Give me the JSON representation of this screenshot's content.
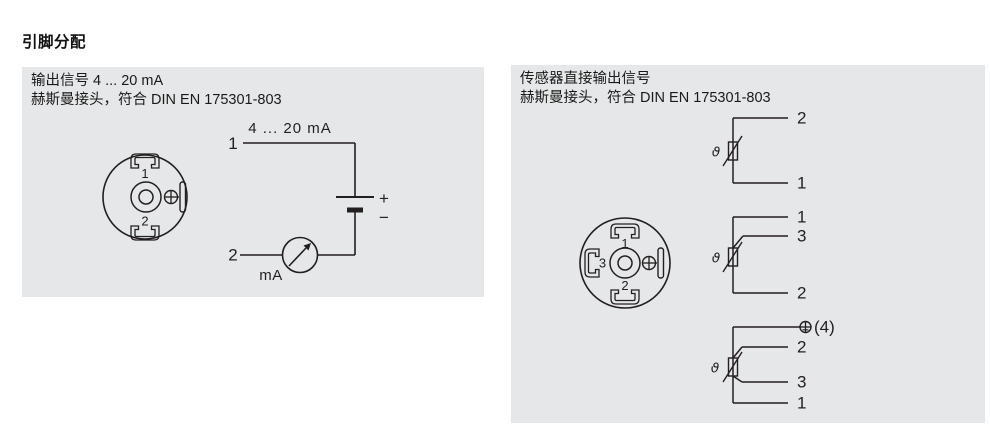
{
  "page": {
    "title": "引脚分配"
  },
  "colors": {
    "panel_bg": "#e6e7e8",
    "ink": "#231f20",
    "page_bg": "#ffffff"
  },
  "left_panel": {
    "header_line1": "输出信号 4 ... 20 mA",
    "header_line2": "赫斯曼接头，符合 DIN EN 175301-803",
    "connector": {
      "pin1_label": "1",
      "pin2_label": "2"
    },
    "circuit": {
      "range_label": "4 ... 20 mA",
      "pin1_label": "1",
      "pin2_label": "2",
      "plus_label": "+",
      "minus_label": "−",
      "meter_label": "mA"
    }
  },
  "right_panel": {
    "header_line1": "传感器直接输出信号",
    "header_line2": "赫斯曼接头，符合 DIN EN 175301-803",
    "connector": {
      "pin1_label": "1",
      "pin2_label": "2",
      "pin3_label": "3"
    },
    "diagram_2wire": {
      "theta": "ϑ",
      "pin_top": "2",
      "pin_bottom": "1"
    },
    "diagram_3wire": {
      "theta": "ϑ",
      "pin_top": "1",
      "pin_mid": "3",
      "pin_bottom": "2"
    },
    "diagram_4wire": {
      "theta": "ϑ",
      "earth_label": "(4)",
      "pin_top": "2",
      "pin_mid": "3",
      "pin_bottom": "1"
    }
  }
}
